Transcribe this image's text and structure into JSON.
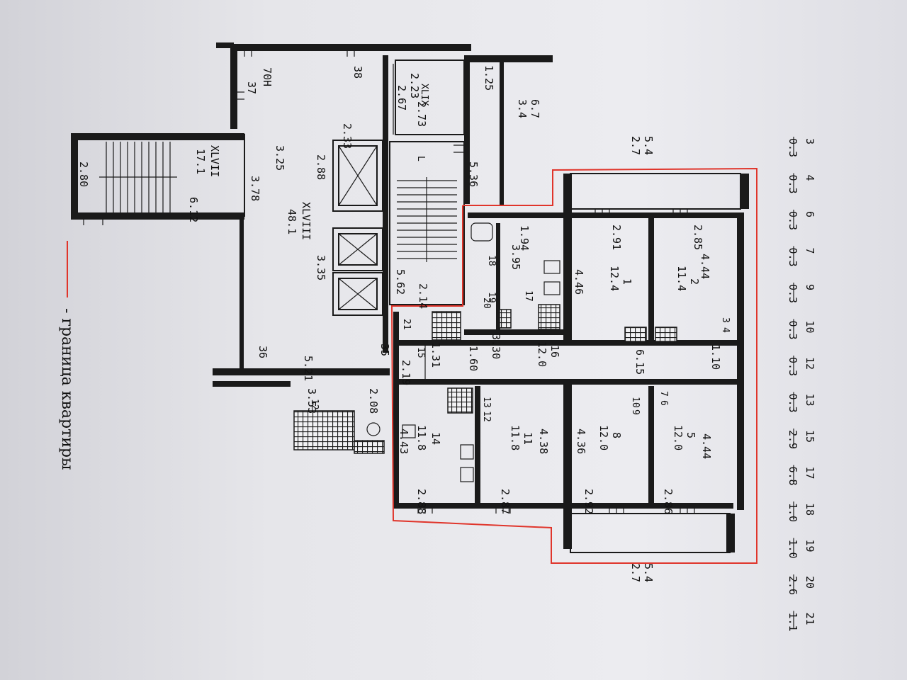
{
  "legend": {
    "text": "- граница квартиры",
    "line_color": "#e0352b"
  },
  "colors": {
    "boundary": "#e0352b",
    "ink": "#1a1a1a"
  },
  "dimensions": {
    "d_223": "2.23",
    "d_125": "1.25",
    "d_267": "2.67",
    "d_273": "2.73",
    "d_233": "2.33",
    "d_288": "2.88",
    "d_325": "3.25",
    "d_378": "3.78",
    "d_612": "6.12",
    "d_280": "2.80",
    "d_536": "5.36",
    "d_562": "5.62",
    "d_214": "2.14",
    "d_335": "3.35",
    "d_521": "5.21",
    "d_353": "3.53",
    "d_208": "2.08",
    "d_219": "2.19",
    "d_131": "1.31",
    "d_160": "1.60",
    "d_330": "3.30",
    "d_194": "1.94",
    "d_395": "3.95",
    "d_291": "2.91",
    "d_285": "2.85",
    "d_446": "4.46",
    "d_444a": "4.44",
    "d_615": "6.15",
    "d_110": "1.10",
    "d_443": "4.43",
    "d_288b": "2.88",
    "d_438": "4.38",
    "d_287": "2.87",
    "d_436": "4.36",
    "d_292": "2.92",
    "d_444b": "4.44",
    "d_286": "2.86"
  },
  "marks": {
    "m70h": "70Н",
    "m37": "37",
    "m38": "38",
    "m36": "36",
    "m35": "35"
  },
  "rooms": [
    {
      "num": "XLIX",
      "area": ""
    },
    {
      "num": "XLVII",
      "area": "17.1"
    },
    {
      "num": "XLVIII",
      "area": "48.1"
    },
    {
      "num": "1",
      "area": "12.4"
    },
    {
      "num": "2",
      "area": "11.4"
    },
    {
      "num": "16",
      "area": "12.0"
    },
    {
      "num": "14",
      "area": "11.8"
    },
    {
      "num": "11",
      "area": "11.8"
    },
    {
      "num": "8",
      "area": "12.0"
    },
    {
      "num": "5",
      "area": "12.0"
    }
  ],
  "small_rooms": {
    "r18": "18",
    "r19": "19",
    "r20": "20",
    "r17": "17",
    "r21": "21",
    "r15": "15",
    "r12": "12",
    "r13": "13",
    "r12b": "12",
    "r10": "10",
    "r9": "9",
    "r7": "7",
    "r6": "6",
    "r3": "3",
    "r4": "4",
    "rL": "L"
  },
  "balconies": {
    "top": {
      "num": "5.4",
      "area": "2.7"
    },
    "bottom": {
      "num": "5.4",
      "area": "2.7"
    },
    "corridor": {
      "num": "6.7",
      "area": "3.4"
    }
  },
  "explication": [
    {
      "num": "3",
      "area": "0.3"
    },
    {
      "num": "4",
      "area": "0.3"
    },
    {
      "num": "6",
      "area": "0.3"
    },
    {
      "num": "7",
      "area": "0.3"
    },
    {
      "num": "9",
      "area": "0.3"
    },
    {
      "num": "10",
      "area": "0.3"
    },
    {
      "num": "12",
      "area": "0.3"
    },
    {
      "num": "13",
      "area": "0.3"
    },
    {
      "num": "15",
      "area": "2.9"
    },
    {
      "num": "17",
      "area": "6.8"
    },
    {
      "num": "18",
      "area": "1.0"
    },
    {
      "num": "19",
      "area": "1.0"
    },
    {
      "num": "20",
      "area": "2.6"
    },
    {
      "num": "21",
      "area": "1.1"
    }
  ]
}
